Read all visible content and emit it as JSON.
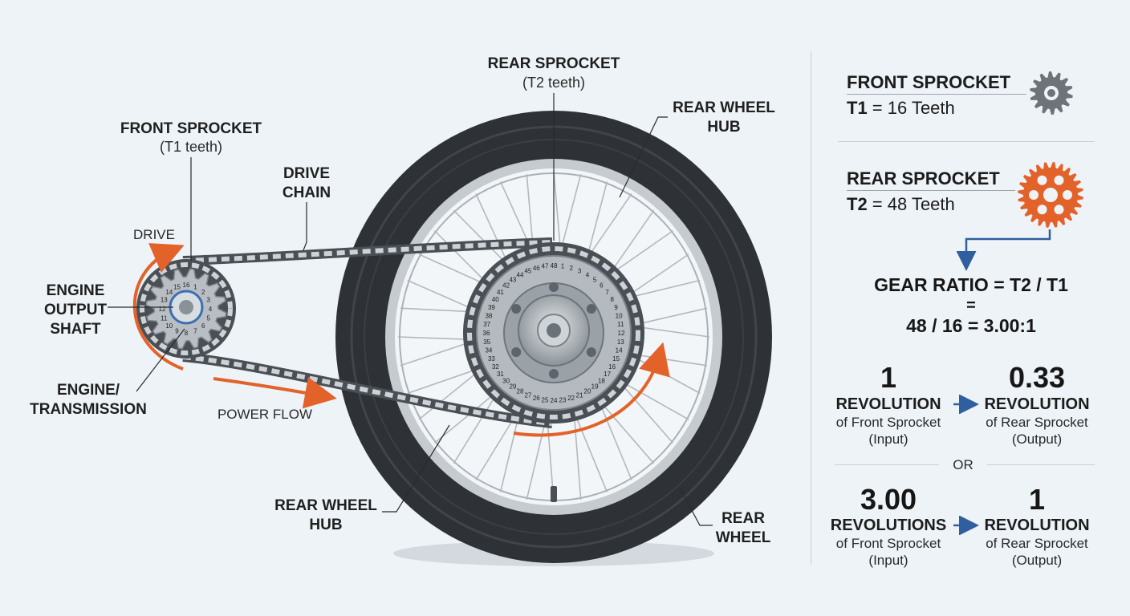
{
  "labels": {
    "rear_sprocket_title": "REAR SPROCKET",
    "rear_sprocket_sub": "(T2 teeth)",
    "front_sprocket_title": "FRONT SPROCKET",
    "front_sprocket_sub": "(T1 teeth)",
    "drive_chain_1": "DRIVE",
    "drive_chain_2": "CHAIN",
    "rear_wheel_hub_top_1": "REAR WHEEL",
    "rear_wheel_hub_top_2": "HUB",
    "drive": "DRIVE",
    "engine_output_1": "ENGINE",
    "engine_output_2": "OUTPUT",
    "engine_output_3": "SHAFT",
    "engine_trans_1": "ENGINE/",
    "engine_trans_2": "TRANSMISSION",
    "power_flow": "POWER FLOW",
    "rear_wheel_hub_bottom_1": "REAR WHEEL",
    "rear_wheel_hub_bottom_2": "HUB",
    "rear_wheel_1": "REAR",
    "rear_wheel_2": "WHEEL"
  },
  "front_teeth_numbers": [
    "16",
    "1",
    "2",
    "3",
    "4",
    "5",
    "6",
    "7",
    "8",
    "9",
    "10",
    "11",
    "12",
    "13",
    "14",
    "15"
  ],
  "rear_teeth_numbers": [
    "48",
    "1",
    "2",
    "3",
    "4",
    "5",
    "6",
    "7",
    "8",
    "9",
    "10",
    "11",
    "12",
    "13",
    "14",
    "15",
    "16",
    "17",
    "18",
    "19",
    "20",
    "21",
    "22",
    "23",
    "24",
    "25",
    "26",
    "27",
    "28",
    "29",
    "30",
    "31",
    "32",
    "33",
    "34",
    "35",
    "36",
    "37",
    "38",
    "39",
    "40",
    "41",
    "42",
    "43",
    "44",
    "45",
    "46",
    "47"
  ],
  "panel": {
    "front_title": "FRONT SPROCKET",
    "front_value_key": "T1",
    "front_value_rest": " = 16 Teeth",
    "rear_title": "REAR SPROCKET",
    "rear_value_key": "T2",
    "rear_value_rest": " = 48 Teeth",
    "ratio_line1": "GEAR RATIO = T2 / T1",
    "ratio_line2": "=",
    "ratio_line3": "48 / 16 = 3.00:1",
    "a_left_num": "1",
    "a_left_rev": "REVOLUTION",
    "a_left_of": "of Front Sprocket",
    "a_left_io": "(Input)",
    "a_right_num": "0.33",
    "a_right_rev": "REVOLUTION",
    "a_right_of": "of Rear Sprocket",
    "a_right_io": "(Output)",
    "or": "OR",
    "b_left_num": "3.00",
    "b_left_rev": "REVOLUTIONS",
    "b_left_of": "of Front Sprocket",
    "b_left_io": "(Input)",
    "b_right_num": "1",
    "b_right_rev": "REVOLUTION",
    "b_right_of": "of Rear Sprocket",
    "b_right_io": "(Output)"
  },
  "colors": {
    "accent_orange": "#e2622a",
    "accent_blue": "#2f5f9e",
    "tire_dark": "#2b2f33",
    "metal": "#b9bec3"
  }
}
